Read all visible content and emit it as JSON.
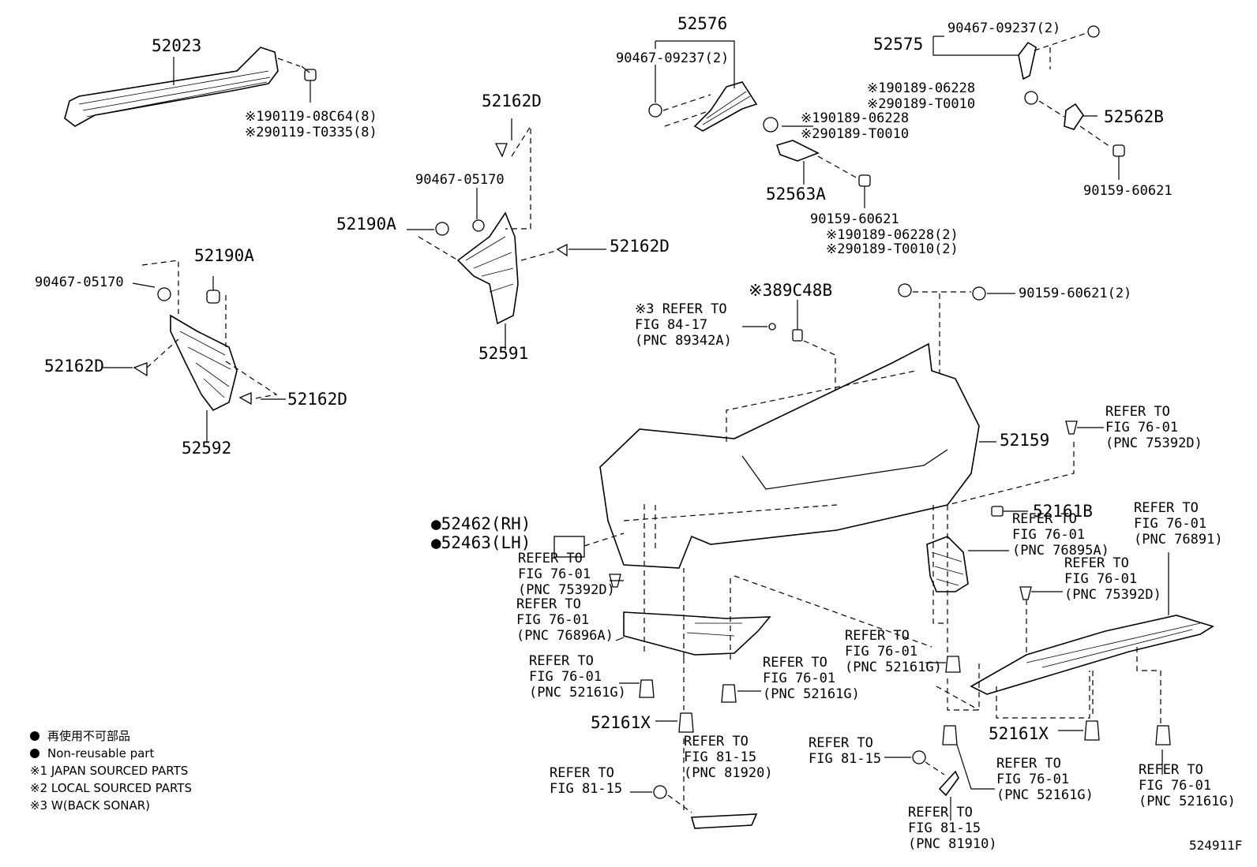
{
  "parts": {
    "p52023": "52023",
    "p90119_1": "※190119-08C64(8)",
    "p90119_2": "※290119-T0335(8)",
    "p52576": "52576",
    "p90467_09237a": "90467-09237(2)",
    "p52575": "52575",
    "p90467_09237b": "90467-09237(2)",
    "p90189_a1": "※190189-06228",
    "p90189_a2": "※290189-T0010",
    "p52562B": "52562B",
    "p90159_a": "90159-60621",
    "p90189_b1": "※190189-06228",
    "p90189_b2": "※290189-T0010",
    "p52563A": "52563A",
    "p90159_b": "90159-60621",
    "p90189_c1": "※190189-06228(2)",
    "p90189_c2": "※290189-T0010(2)",
    "p90159_c": "90159-60621(2)",
    "p52162D_a": "52162D",
    "p90467_05170a": "90467-05170",
    "p52190A_a": "52190A",
    "p52162D_b": "52162D",
    "p52591": "52591",
    "p90467_05170b": "90467-05170",
    "p52190A_b": "52190A",
    "p52162D_c": "52162D",
    "p52162D_d": "52162D",
    "p52592": "52592",
    "p89C48B": "※389C48B",
    "p52159": "52159",
    "p52161B": "52161B",
    "p52462": "●52462(RH)",
    "p52463": "●52463(LH)",
    "p52161X_a": "52161X",
    "p52161X_b": "52161X"
  },
  "refs": {
    "r_sonar": [
      "※3 REFER TO",
      "FIG 84-17",
      "(PNC 89342A)"
    ],
    "r_75392D_a": [
      "REFER TO",
      "FIG 76-01",
      "(PNC 75392D)"
    ],
    "r_76895A": [
      "REFER TO",
      "FIG 76-01",
      "(PNC 76895A)"
    ],
    "r_76891": [
      "REFER TO",
      "FIG 76-01",
      "(PNC 76891)"
    ],
    "r_75392D_b": [
      "REFER TO",
      "FIG 76-01",
      "(PNC 75392D)"
    ],
    "r_75392D_c": [
      "REFER TO",
      "FIG 76-01",
      "(PNC 75392D)"
    ],
    "r_76896A": [
      "REFER TO",
      "FIG 76-01",
      "(PNC 76896A)"
    ],
    "r_52161G_a": [
      "REFER TO",
      "FIG 76-01",
      "(PNC 52161G)"
    ],
    "r_52161G_b": [
      "REFER TO",
      "FIG 76-01",
      "(PNC 52161G)"
    ],
    "r_52161G_c": [
      "REFER TO",
      "FIG 76-01",
      "(PNC 52161G)"
    ],
    "r_52161G_d": [
      "REFER TO",
      "FIG 76-01",
      "(PNC 52161G)"
    ],
    "r_52161G_e": [
      "REFER TO",
      "FIG 76-01",
      "(PNC 52161G)"
    ],
    "r_81920": [
      "REFER TO",
      "FIG 81-15",
      "(PNC 81920)"
    ],
    "r_81_15a": [
      "REFER TO",
      "FIG 81-15"
    ],
    "r_81_15b": [
      "REFER TO",
      "FIG 81-15"
    ],
    "r_81910": [
      "REFER TO",
      "FIG 81-15",
      "(PNC 81910)"
    ]
  },
  "legend": {
    "l1": "再使用不可部品",
    "l2": "Non-reusable part",
    "l3": "※1 JAPAN SOURCED PARTS",
    "l4": "※2 LOCAL SOURCED PARTS",
    "l5": "※3 W(BACK SONAR)"
  },
  "figure_id": "524911F"
}
